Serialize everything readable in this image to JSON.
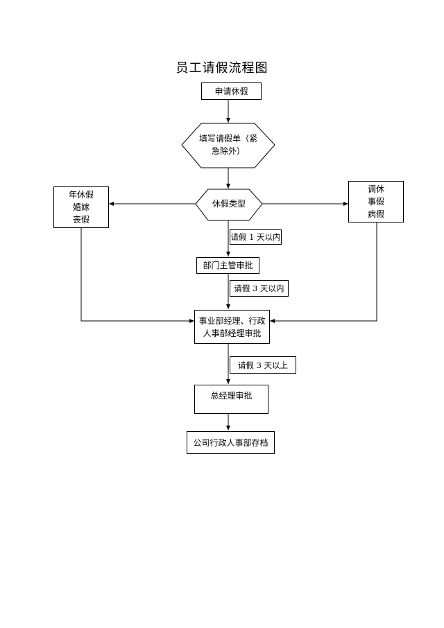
{
  "title": "员工请假流程图",
  "nodes": {
    "apply": "申请休假",
    "fill_form": "填写请假单（紧\n急除外）",
    "leave_type": "休假类型",
    "left_types": "年休假\n婚嫁\n丧假",
    "right_types": "调休\n事假\n病假",
    "dept_manager": "部门主管审批",
    "biz_manager": "事业部经理、行政\n人事部经理审批",
    "general_manager": "总经理审批",
    "archive": "公司行政人事部存档"
  },
  "conditions": {
    "within_1_day": "请假 1 天以内",
    "within_3_days": "请假 3 天以内",
    "over_3_days": "请假 3 天以上"
  }
}
